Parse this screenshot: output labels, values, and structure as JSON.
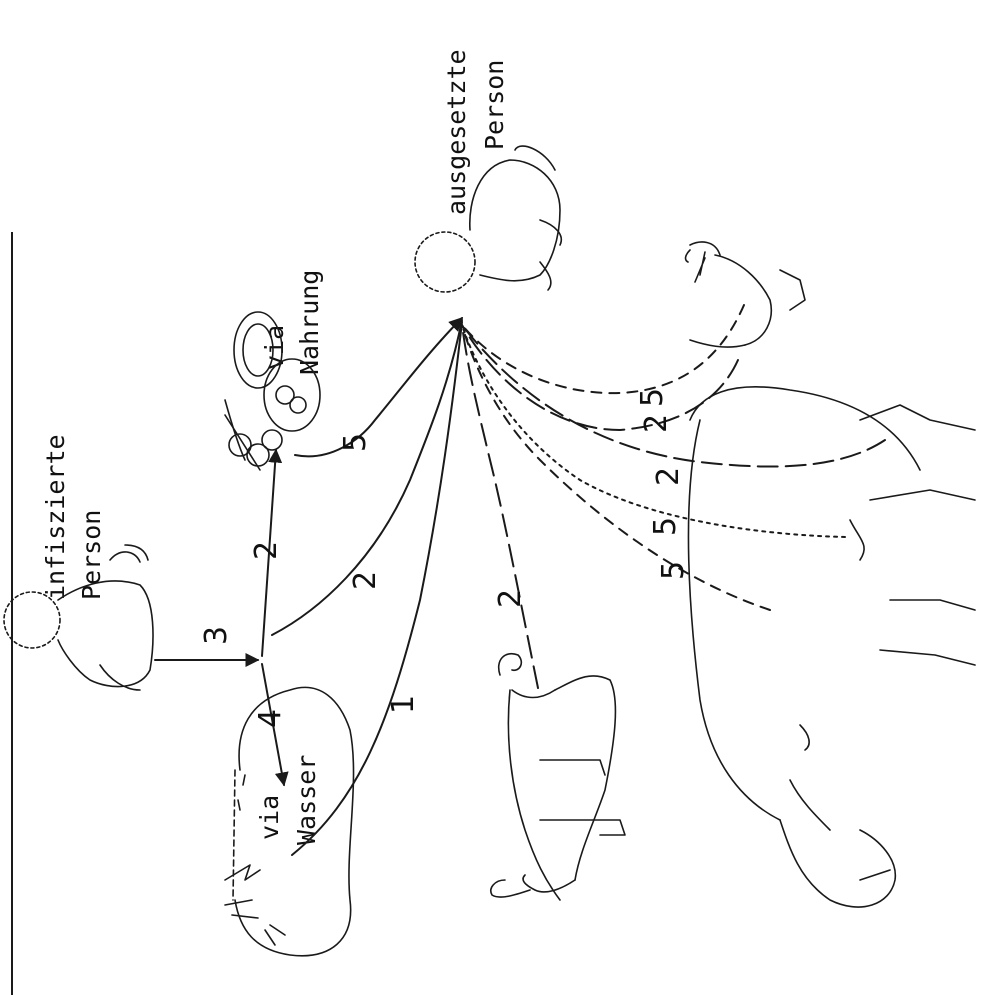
{
  "labels": {
    "infected_line1": "infiszierte",
    "infected_line2": "Person",
    "exposed_line1": "ausgesetzte",
    "exposed_line2": "Person",
    "food_line1": "via",
    "food_line2": "Nahrung",
    "water_line1": "via",
    "water_line2": "Wasser"
  },
  "route_numbers": {
    "infected_to_hub": "3",
    "hub_to_water": "4",
    "hub_to_food": "2",
    "food_to_exposed": "5",
    "hub_to_exposed": "2",
    "water_to_exposed": "1",
    "dog_to_exposed": "2",
    "cow_hind_to_exposed": "5",
    "cow_udder_to_exposed": "5",
    "cow_tail_to_exposed": "2",
    "chicken_a_to_exposed": "2",
    "chicken_b_to_exposed": "5"
  },
  "icons": [
    "infected-person-icon",
    "exposed-person-icon",
    "food-plates-icon",
    "water-landscape-icon",
    "dog-icon",
    "cow-icon",
    "chicken-icon"
  ]
}
